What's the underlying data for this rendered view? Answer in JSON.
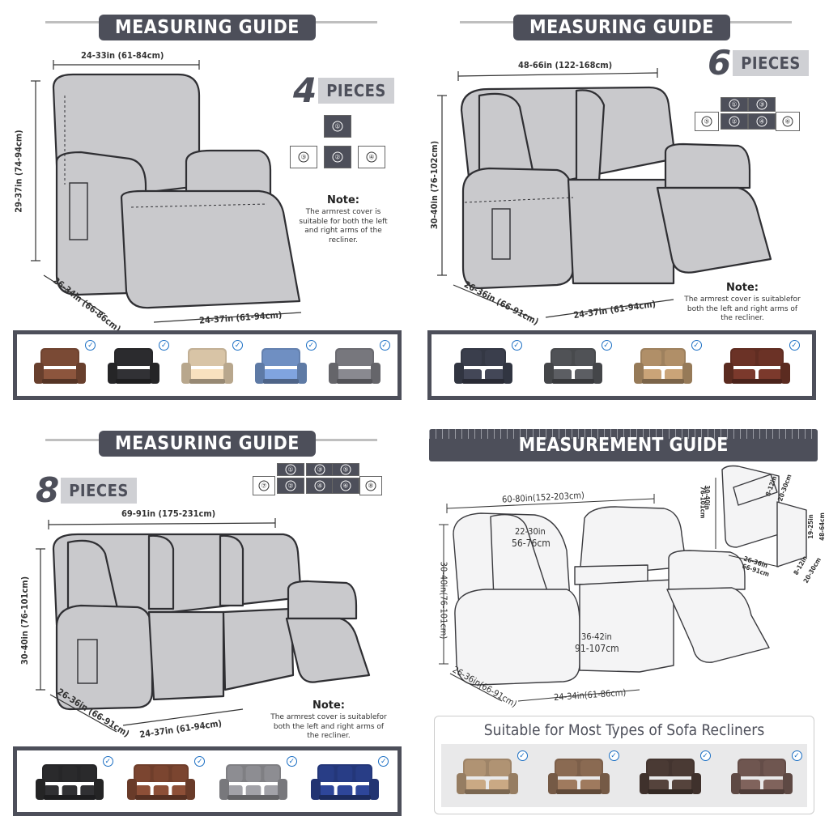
{
  "panel1": {
    "banner": "MEASURING GUIDE",
    "pieces_num": "4",
    "pieces_word": "PIECES",
    "dim_width": "24-33in (61-84cm)",
    "dim_height": "29-37in (74-94cm)",
    "dim_depth": "26-34in (66-86cm)",
    "dim_seat": "24-37in (61-94cm)",
    "note_title": "Note:",
    "note_text": "The armrest cover is suitable for both the left and right arms of the recliner.",
    "piece_numbers": [
      "①",
      "②",
      "③",
      "④"
    ]
  },
  "panel2": {
    "banner": "MEASURING GUIDE",
    "pieces_num": "6",
    "pieces_word": "PIECES",
    "dim_width": "48-66in (122-168cm)",
    "dim_height": "30-40in (76-102cm)",
    "dim_depth": "26-36in (66-91cm)",
    "dim_seat": "24-37in (61-94cm)",
    "note_title": "Note:",
    "note_text": "The armrest cover is suitablefor both the left and right arms of the recliner.",
    "piece_numbers": [
      "①",
      "②",
      "③",
      "④",
      "⑤",
      "⑥"
    ]
  },
  "panel3": {
    "banner": "MEASURING GUIDE",
    "pieces_num": "8",
    "pieces_word": "PIECES",
    "dim_width": "69-91in (175-231cm)",
    "dim_height": "30-40in (76-101cm)",
    "dim_depth": "26-36in (66-91cm)",
    "dim_seat": "24-37in (61-94cm)",
    "note_title": "Note:",
    "note_text": "The armrest cover is suitablefor both the left and right arms of the recliner.",
    "piece_numbers": [
      "①",
      "②",
      "③",
      "④",
      "⑤",
      "⑥",
      "⑦",
      "⑧"
    ]
  },
  "panel4": {
    "banner": "MEASUREMENT GUIDE",
    "dim_width": "60-80in(152-203cm)",
    "dim_height": "30-40in(76-101cm)",
    "dim_back_a": "22-30in",
    "dim_back_b": "56-76cm",
    "dim_seat_a": "36-42in",
    "dim_seat_b": "91-107cm",
    "dim_depth": "26-36in(66-91cm)",
    "dim_seat": "24-34in(61-86cm)",
    "console_h1": "30-40in",
    "console_h2": "76-101cm",
    "console_top1": "8-12in",
    "console_top2": "20-30cm",
    "console_side1": "19-25in",
    "console_side2": "48-64cm",
    "console_d1": "26-36in",
    "console_d2": "66-91cm",
    "console_w1": "8-12in",
    "console_w2": "20-30cm",
    "suitable_title": "Suitable for Most Types of Sofa Recliners"
  },
  "colors": {
    "banner": "#4d4f5a",
    "sofa_fill": "#c9c9cc",
    "sofa_stroke": "#2f2f33",
    "check": "#1b6fc4"
  },
  "thumbs": {
    "p1": [
      "#7a4a35",
      "#2b2b2e",
      "#d8c4a6",
      "#6f8fc2",
      "#77777d"
    ],
    "p2": [
      "#3a3e4c",
      "#505256",
      "#b08f68",
      "#6b3226"
    ],
    "p3": [
      "#2a2a2c",
      "#7b4530",
      "#8d8d92",
      "#283d86"
    ],
    "p4": [
      "#b09373",
      "#8a6a52",
      "#4a3a34",
      "#6f5650"
    ]
  }
}
